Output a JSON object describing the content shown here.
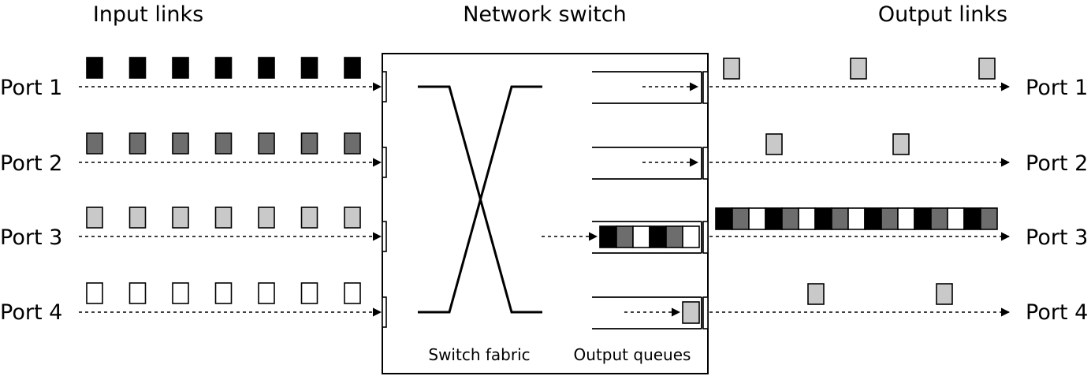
{
  "headings": {
    "input": "Input links",
    "switch": "Network switch",
    "output": "Output links"
  },
  "captions": {
    "fabric": "Switch fabric",
    "queues": "Output queues"
  },
  "colors": {
    "port1": "#000000",
    "port2": "#6d6d6d",
    "port3": "#c9c9c9",
    "port4": "#ffffff"
  },
  "ports": [
    {
      "input_label": "Port 1",
      "output_label": "Port 1",
      "input_packets": [
        "port1",
        "port1",
        "port1",
        "port1",
        "port1",
        "port1",
        "port1"
      ],
      "queue": [
        "empty"
      ],
      "output_packets": [
        "port3",
        "port3",
        "port3"
      ]
    },
    {
      "input_label": "Port 2",
      "output_label": "Port 2",
      "input_packets": [
        "port2",
        "port2",
        "port2",
        "port2",
        "port2",
        "port2",
        "port2"
      ],
      "queue": [
        "empty"
      ],
      "output_packets": [
        "port3",
        "port3"
      ]
    },
    {
      "input_label": "Port 3",
      "output_label": "Port 3",
      "input_packets": [
        "port3",
        "port3",
        "port3",
        "port3",
        "port3",
        "port3",
        "port3"
      ],
      "queue": [
        "port1",
        "port2",
        "port4",
        "port1",
        "port2",
        "port4"
      ],
      "output_packets": [
        "port1",
        "port2",
        "port4",
        "port1",
        "port2",
        "port4",
        "port1",
        "port2",
        "port4",
        "port1",
        "port2",
        "port4",
        "port1",
        "port2",
        "port4",
        "port1",
        "port2"
      ]
    },
    {
      "input_label": "Port 4",
      "output_label": "Port 4",
      "input_packets": [
        "port4",
        "port4",
        "port4",
        "port4",
        "port4",
        "port4",
        "port4"
      ],
      "queue": [
        "port3"
      ],
      "output_packets": [
        "port3",
        "port3"
      ]
    }
  ]
}
